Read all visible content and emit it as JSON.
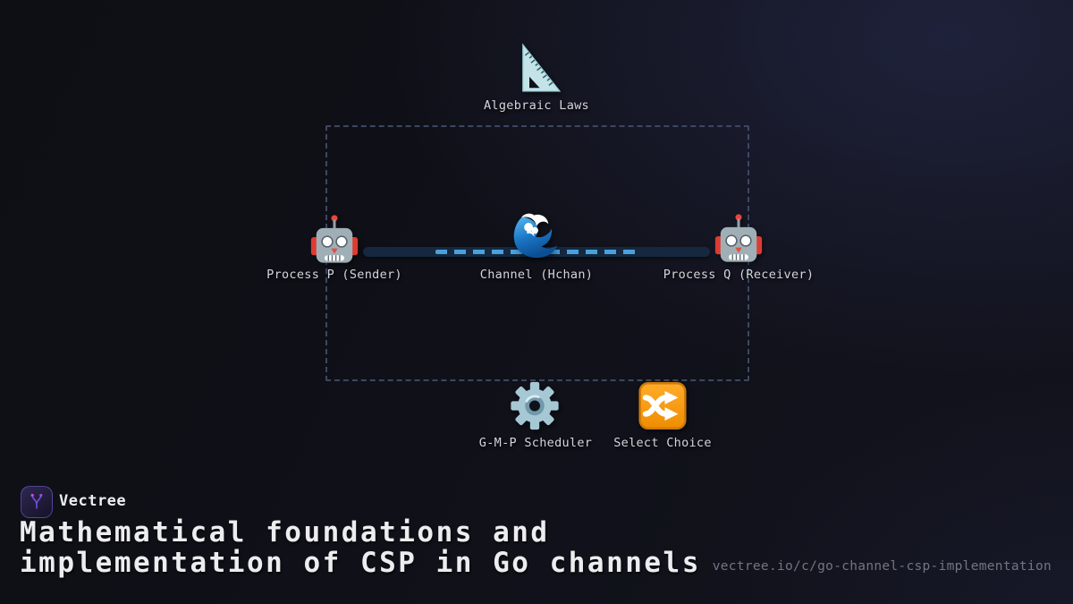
{
  "diagram": {
    "algebraic": {
      "label": "Algebraic Laws",
      "icon": "triangular-ruler-icon"
    },
    "sender": {
      "label": "Process P (Sender)",
      "icon": "robot-icon"
    },
    "channel": {
      "label": "Channel (Hchan)",
      "icon": "wave-icon"
    },
    "receiver": {
      "label": "Process Q (Receiver)",
      "icon": "robot-icon"
    },
    "scheduler": {
      "label": "G-M-P Scheduler",
      "icon": "gear-icon"
    },
    "select": {
      "label": "Select Choice",
      "icon": "shuffle-icon"
    }
  },
  "footer": {
    "brand": "Vectree",
    "brand_icon": "vectree-branch-icon",
    "title_line1": "Mathematical foundations and",
    "title_line2": "implementation of CSP in Go channels",
    "url": "vectree.io/c/go-channel-csp-implementation"
  },
  "colors": {
    "background": "#0e0f15",
    "boundary_dash": "#3d4663",
    "connector_bar": "#152840",
    "connector_dash": "#4aa0dc",
    "label_text": "#d2d6dc",
    "title_text": "#ededf0",
    "url_text": "#707683",
    "brand_accent": "#6a4fd8",
    "shuffle_orange": "#f79b16",
    "gear_blue": "#a6c8d5",
    "robot_gray": "#a0aeb6",
    "robot_red": "#dd3b31",
    "wave_blue": "#1a74c4",
    "ruler_cyan": "#c3e3e9"
  }
}
